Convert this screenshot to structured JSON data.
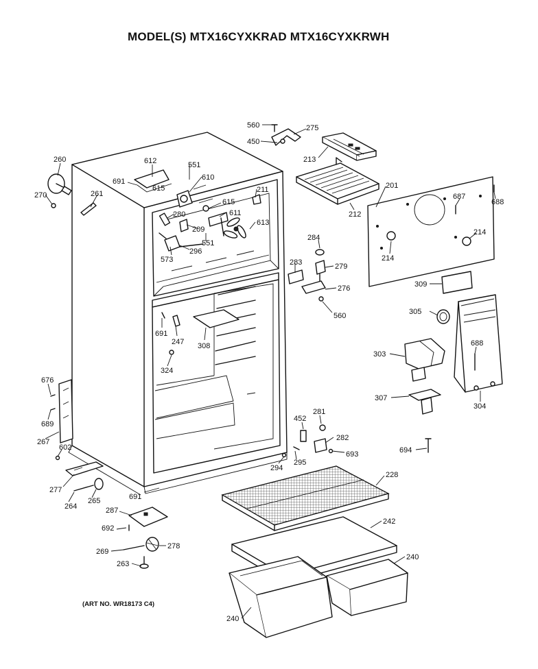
{
  "header": {
    "title": "MODEL(S) MTX16CYXKRAD  MTX16CYXKRWH"
  },
  "footer": {
    "art_number": "(ART NO. WR18173 C4)"
  },
  "parts": [
    {
      "id": "p560a",
      "label": "560"
    },
    {
      "id": "p275",
      "label": "275"
    },
    {
      "id": "p450",
      "label": "450"
    },
    {
      "id": "p213",
      "label": "213"
    },
    {
      "id": "p260",
      "label": "260"
    },
    {
      "id": "p612",
      "label": "612"
    },
    {
      "id": "p551a",
      "label": "551"
    },
    {
      "id": "p691a",
      "label": "691"
    },
    {
      "id": "p610",
      "label": "610"
    },
    {
      "id": "p615a",
      "label": "615"
    },
    {
      "id": "p211",
      "label": "211"
    },
    {
      "id": "p270",
      "label": "270"
    },
    {
      "id": "p261",
      "label": "261"
    },
    {
      "id": "p615b",
      "label": "615"
    },
    {
      "id": "p201",
      "label": "201"
    },
    {
      "id": "p687",
      "label": "687"
    },
    {
      "id": "p688a",
      "label": "688"
    },
    {
      "id": "p212",
      "label": "212"
    },
    {
      "id": "p280",
      "label": "280"
    },
    {
      "id": "p611",
      "label": "611"
    },
    {
      "id": "p209",
      "label": "209"
    },
    {
      "id": "p613",
      "label": "613"
    },
    {
      "id": "p214a",
      "label": "214"
    },
    {
      "id": "p551b",
      "label": "551"
    },
    {
      "id": "p284",
      "label": "284"
    },
    {
      "id": "p573",
      "label": "573"
    },
    {
      "id": "p296",
      "label": "296"
    },
    {
      "id": "p214b",
      "label": "214"
    },
    {
      "id": "p283",
      "label": "283"
    },
    {
      "id": "p279",
      "label": "279"
    },
    {
      "id": "p309",
      "label": "309"
    },
    {
      "id": "p276",
      "label": "276"
    },
    {
      "id": "p560b",
      "label": "560"
    },
    {
      "id": "p305",
      "label": "305"
    },
    {
      "id": "p691b",
      "label": "691"
    },
    {
      "id": "p247",
      "label": "247"
    },
    {
      "id": "p308",
      "label": "308"
    },
    {
      "id": "p688b",
      "label": "688"
    },
    {
      "id": "p303",
      "label": "303"
    },
    {
      "id": "p324",
      "label": "324"
    },
    {
      "id": "p676",
      "label": "676"
    },
    {
      "id": "p307",
      "label": "307"
    },
    {
      "id": "p304",
      "label": "304"
    },
    {
      "id": "p281",
      "label": "281"
    },
    {
      "id": "p452",
      "label": "452"
    },
    {
      "id": "p689",
      "label": "689"
    },
    {
      "id": "p282",
      "label": "282"
    },
    {
      "id": "p267",
      "label": "267"
    },
    {
      "id": "p694",
      "label": "694"
    },
    {
      "id": "p602",
      "label": "602"
    },
    {
      "id": "p693",
      "label": "693"
    },
    {
      "id": "p295",
      "label": "295"
    },
    {
      "id": "p294",
      "label": "294"
    },
    {
      "id": "p228",
      "label": "228"
    },
    {
      "id": "p277",
      "label": "277"
    },
    {
      "id": "p691c",
      "label": "691"
    },
    {
      "id": "p264",
      "label": "264"
    },
    {
      "id": "p265",
      "label": "265"
    },
    {
      "id": "p287",
      "label": "287"
    },
    {
      "id": "p242",
      "label": "242"
    },
    {
      "id": "p692",
      "label": "692"
    },
    {
      "id": "p278",
      "label": "278"
    },
    {
      "id": "p269",
      "label": "269"
    },
    {
      "id": "p240a",
      "label": "240"
    },
    {
      "id": "p263",
      "label": "263"
    },
    {
      "id": "p240b",
      "label": "240"
    }
  ]
}
